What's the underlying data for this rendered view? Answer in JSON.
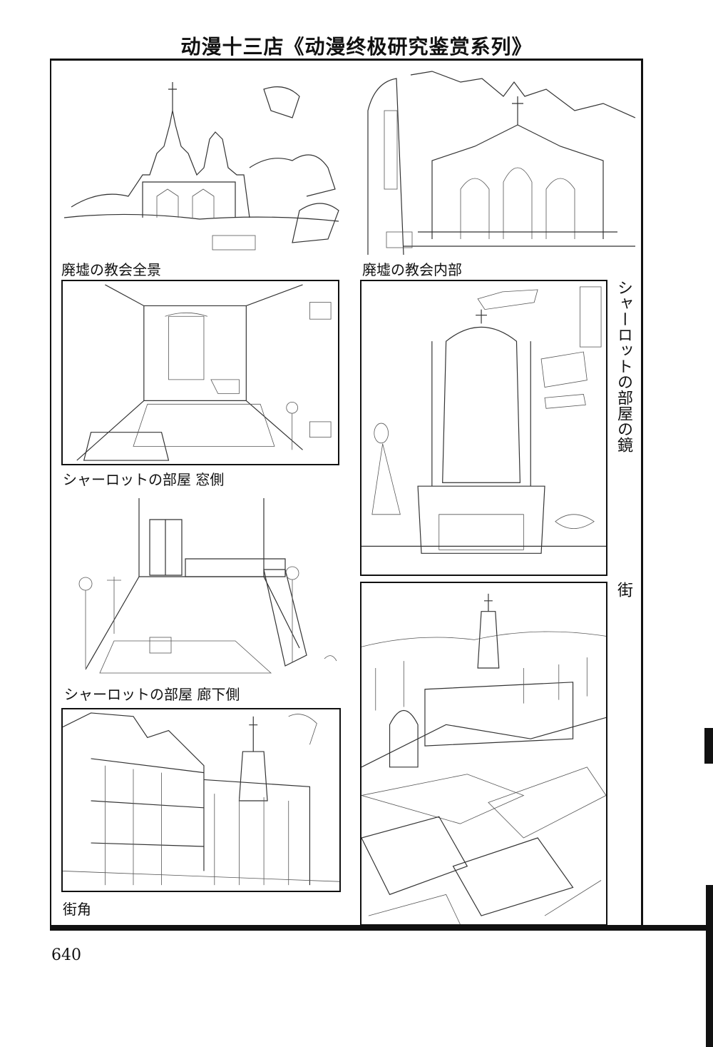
{
  "header": {
    "title": "动漫十三店《动漫终极研究鉴赏系列》"
  },
  "panels": {
    "ruined_church_exterior": {
      "caption": "廃墟の教会全景"
    },
    "ruined_church_interior": {
      "caption": "廃墟の教会内部"
    },
    "charlotte_room_window": {
      "caption": "シャーロットの部屋 窓側"
    },
    "charlotte_room_mirror": {
      "caption": "シャーロットの部屋の鏡"
    },
    "charlotte_room_corridor": {
      "caption": "シャーロットの部屋 廊下側"
    },
    "town": {
      "caption": "街"
    },
    "street_corner": {
      "caption": "街角"
    }
  },
  "footer": {
    "page_number": "640"
  }
}
